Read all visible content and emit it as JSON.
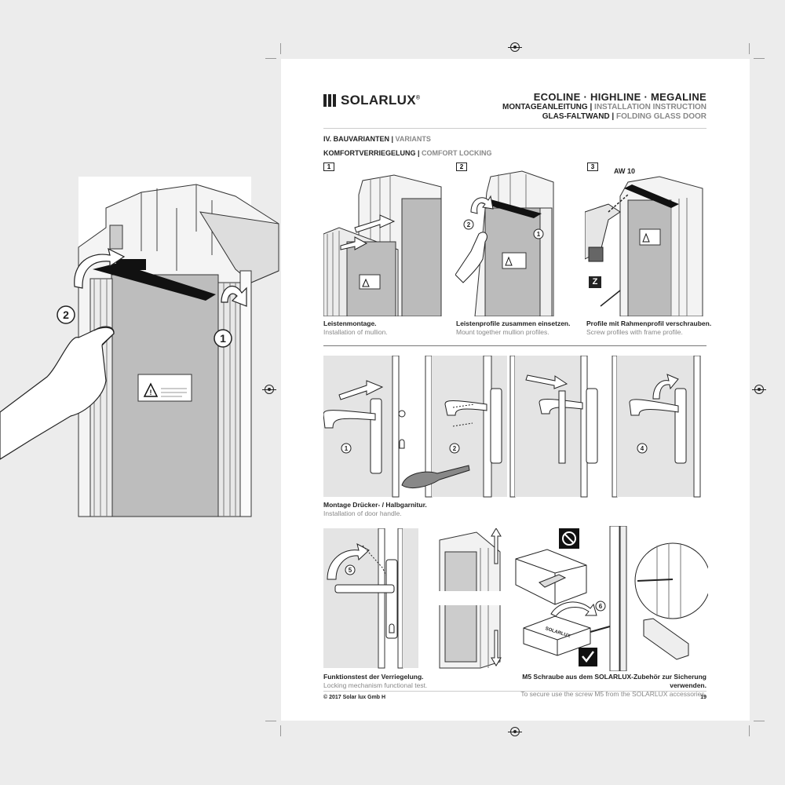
{
  "brand": {
    "name": "SOLARLUX",
    "reg": "®"
  },
  "header": {
    "title": "ECOLINE · HIGHLINE · MEGALINE",
    "line2_de": "MONTAGEANLEITUNG |",
    "line2_en": " INSTALLATION INSTRUCTION",
    "line3_de": "GLAS-FALTWAND |",
    "line3_en": " FOLDING GLASS DOOR"
  },
  "section": {
    "chapter_de": "IV. BAUVARIANTEN |",
    "chapter_en": " VARIANTS",
    "sub_de": "KOMFORTVERRIEGELUNG |",
    "sub_en": " COMFORT LOCKING"
  },
  "steps": [
    {
      "no": "1",
      "de": "Leistenmontage.",
      "en": "Installation of mullion."
    },
    {
      "no": "2",
      "de": "Leistenprofile zusammen einsetzen.",
      "en": "Mount together mullion profiles."
    },
    {
      "no": "3",
      "de": "Profile mit Rahmenprofil verschrauben.",
      "en": "Screw profiles with frame profile."
    }
  ],
  "step3_label": "AW 10",
  "z_label": "Z",
  "handle_caption": {
    "de": "Montage Drücker- / Halbgarnitur.",
    "en": "Installation of door handle."
  },
  "handle_steps": [
    "1",
    "2",
    "4"
  ],
  "test_caption": {
    "de": "Funktionstest der Verriegelung.",
    "en": "Locking mechanism functional test."
  },
  "test_step": "5",
  "screw_caption": {
    "de": "M5 Schraube aus dem SOLARLUX-Zubehör zur Sicherung verwenden.",
    "en": "To secure use the screw M5 from the SOLARLUX accessories."
  },
  "screw_step": "6",
  "box_brand": "SOLARLUX",
  "large_callouts": [
    "2",
    "1"
  ],
  "footer": {
    "copyright": "© 2017 Solar lux Gmb H",
    "page": "19"
  }
}
